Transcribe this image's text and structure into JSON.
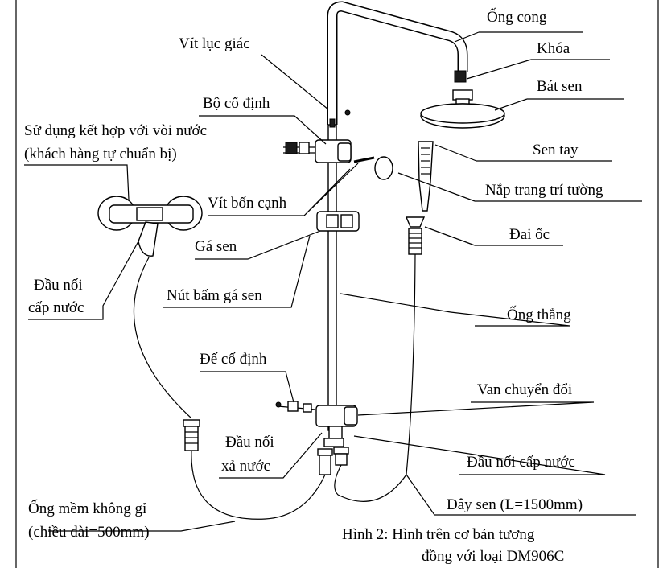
{
  "labels": {
    "ong_cong": "Ống cong",
    "khoa": "Khóa",
    "bat_sen": "Bát sen",
    "vit_luc_giac": "Vít lục giác",
    "bo_co_dinh": "Bộ cố định",
    "ket_hop_line1": "Sử dụng kết hợp với  vòi nước",
    "ket_hop_line2": "(khách hàng tự chuẩn bị)",
    "sen_tay": "Sen tay",
    "nap_trang_tri": "Nắp trang trí  tường",
    "vit_bon_canh": "Vít bốn cạnh",
    "dai_oc": "Đai ốc",
    "ga_sen": "Gá sen",
    "dau_noi_cap_line1": "Đầu nối",
    "dau_noi_cap_line2": "cấp nước",
    "nut_bam": "Nút bấm gá sen",
    "ong_thang": "Ống thẳng",
    "de_co_dinh": "Đế cố định",
    "van_chuyen_doi": "Van chuyển đổi",
    "dau_noi_xa_line1": "Đầu nối",
    "dau_noi_xa_line2": "xả nước",
    "dau_noi_cap_nuoc": "Đầu  nối cấp nước",
    "ong_mem_line1": "Ống mềm không gỉ",
    "ong_mem_line2": "(chiều dài=500mm)",
    "day_sen": "Dây sen (L=1500mm)",
    "caption_line1": "Hình 2:   Hình trên cơ bản tương",
    "caption_line2": "đồng với loại DM906C"
  }
}
